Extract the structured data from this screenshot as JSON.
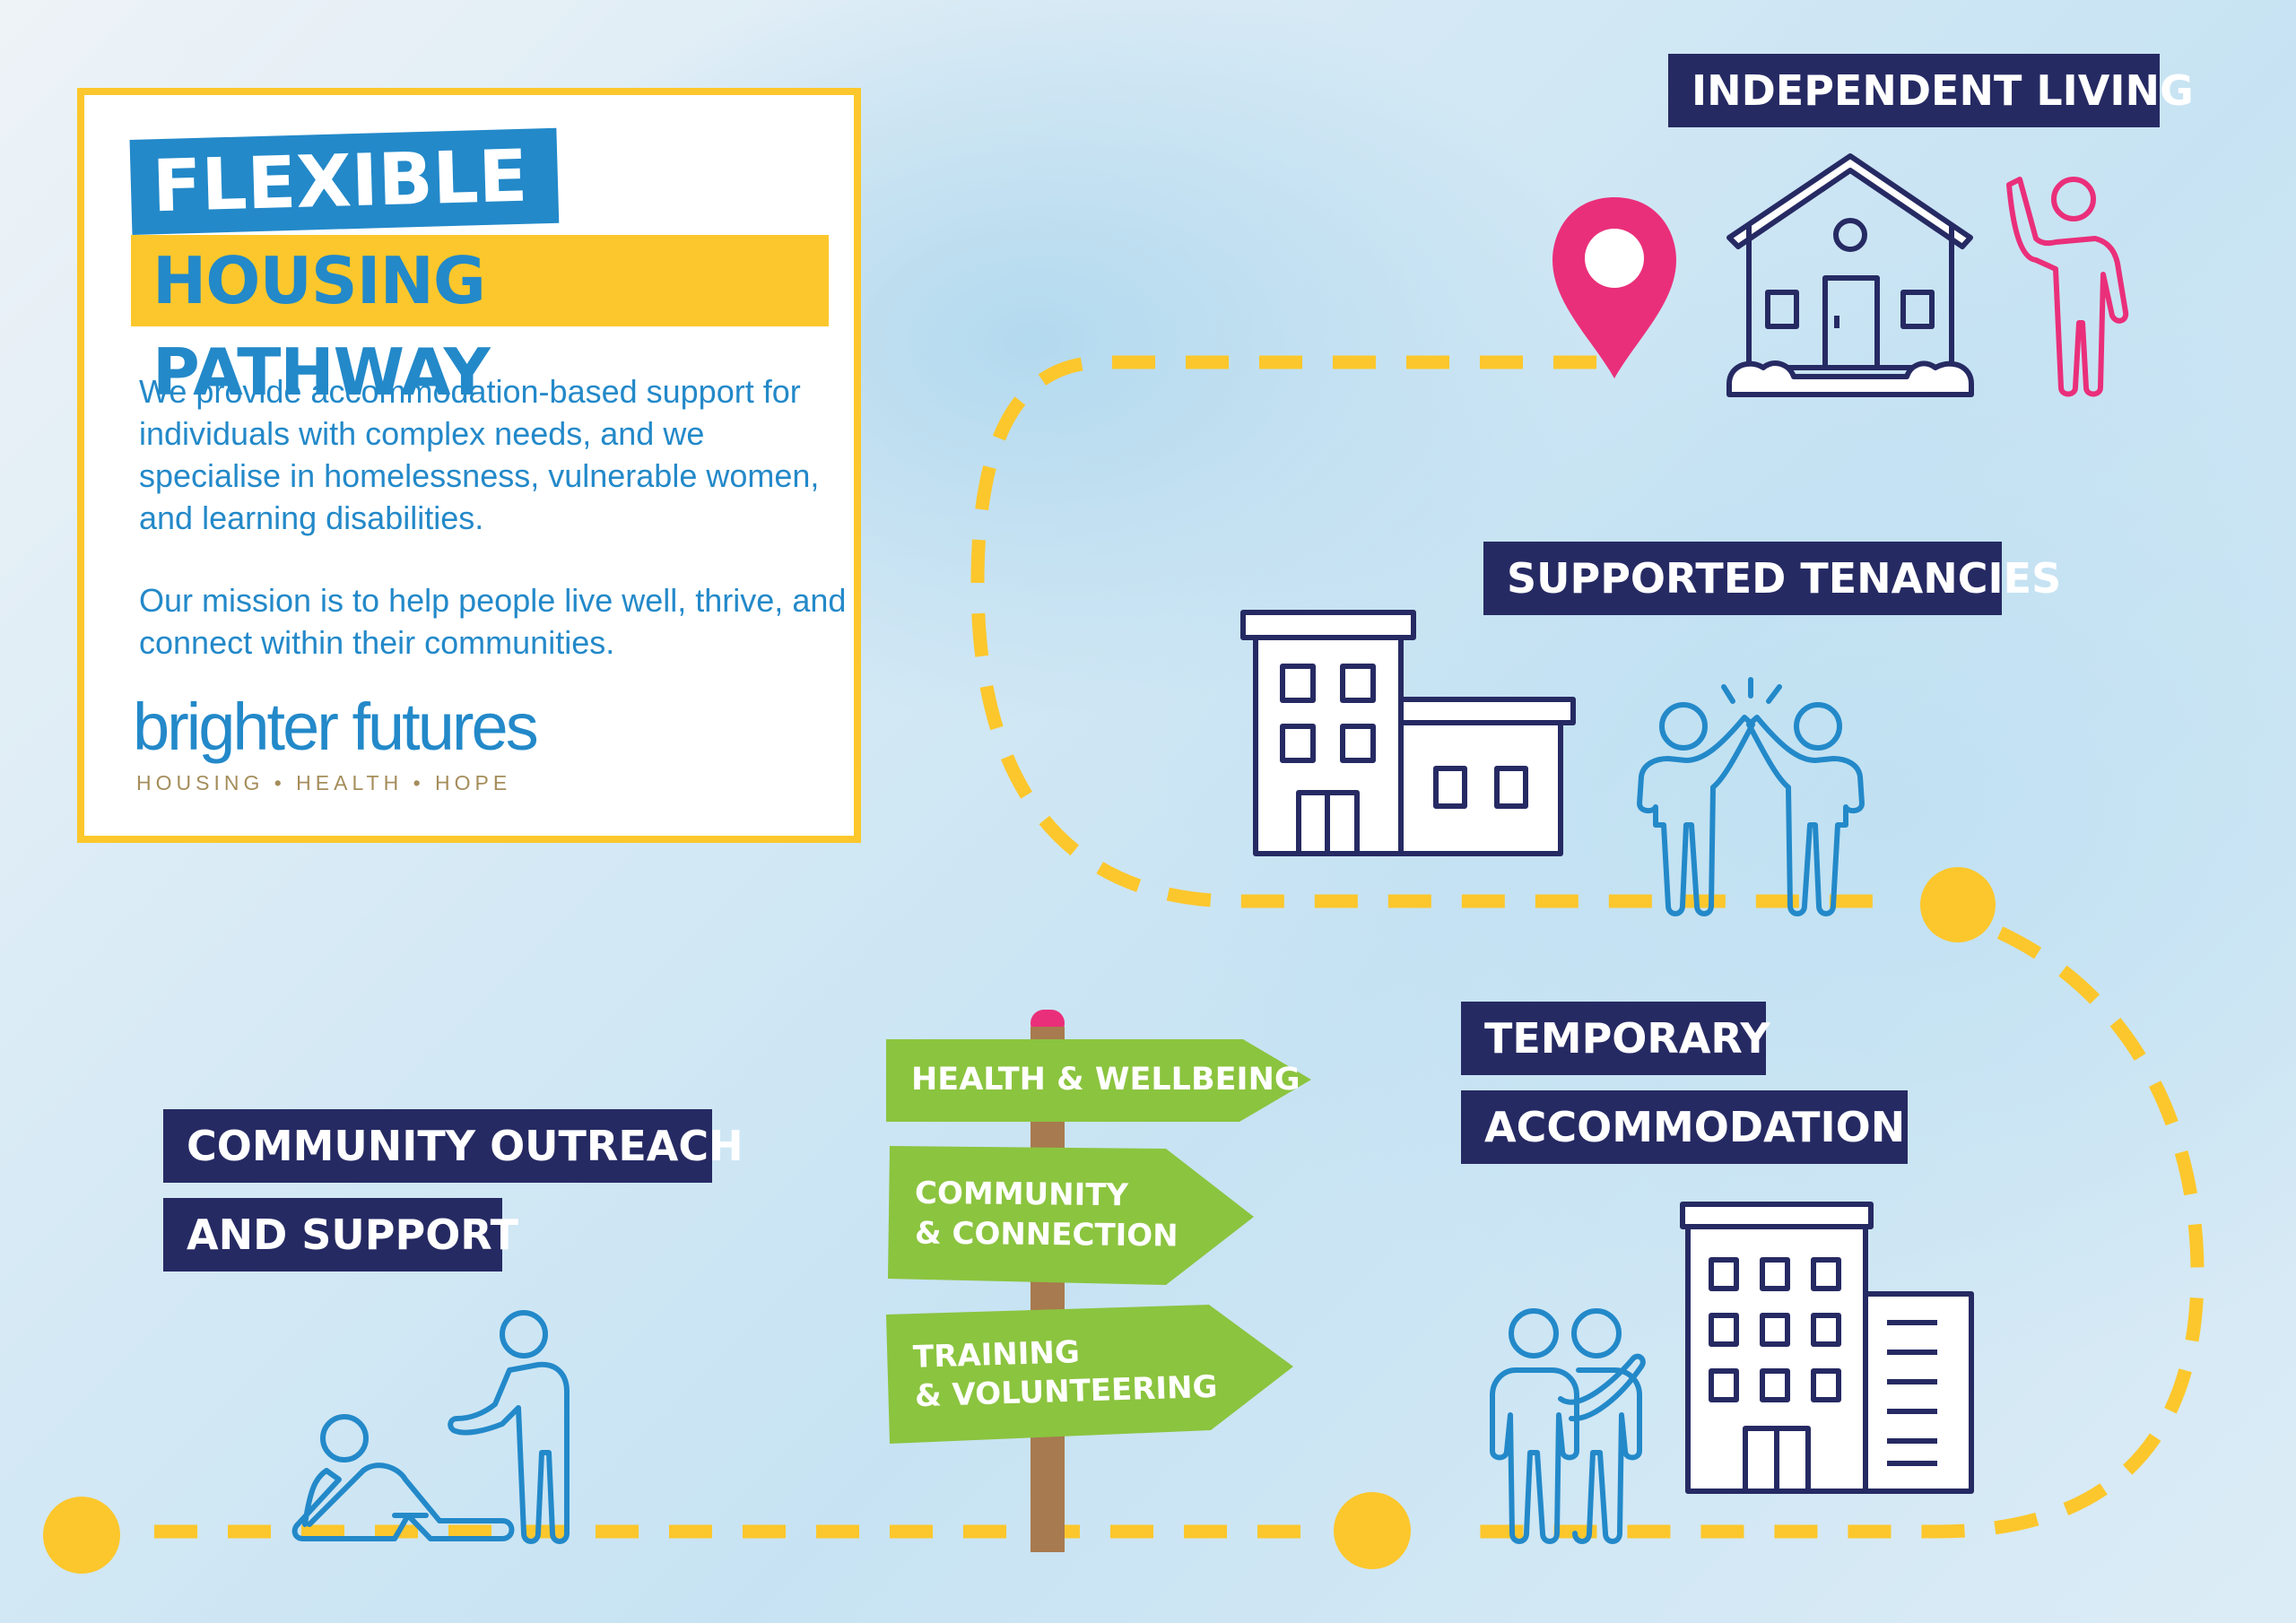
{
  "intro": {
    "title_line1": "FLEXIBLE",
    "title_line2": "HOUSING PATHWAY",
    "paragraph1": "We provide accommodation-based support for individuals with complex needs, and we specialise in homelessness, vulnerable women, and learning disabilities.",
    "paragraph2": "Our mission is to help people live well, thrive, and connect within their communities."
  },
  "logo": {
    "name": "brighter futures",
    "tagline": "HOUSING • HEALTH • HOPE"
  },
  "stages": {
    "independent_living": "INDEPENDENT LIVING",
    "supported_tenancies": "SUPPORTED TENANCIES",
    "temporary_line1": "TEMPORARY",
    "temporary_line2": "ACCOMMODATION",
    "community_line1": "COMMUNITY OUTREACH",
    "community_line2": "AND SUPPORT"
  },
  "signpost": {
    "sign1": "HEALTH & WELLBEING",
    "sign2_line1": "COMMUNITY",
    "sign2_line2": "& CONNECTION",
    "sign3_line1": "TRAINING",
    "sign3_line2": "& VOLUNTEERING"
  },
  "colors": {
    "navy": "#262a63",
    "blue": "#2389c9",
    "yellow": "#fcc72c",
    "pink": "#ea2f7a",
    "green": "#8bc43f",
    "brown": "#a87a4f"
  },
  "icons": [
    "location-pin-icon",
    "house-icon",
    "waving-person-icon",
    "apartment-building-icon",
    "high-five-people-icon",
    "office-tower-icon",
    "supportive-pair-icon",
    "helping-hand-people-icon",
    "signpost-icon"
  ]
}
